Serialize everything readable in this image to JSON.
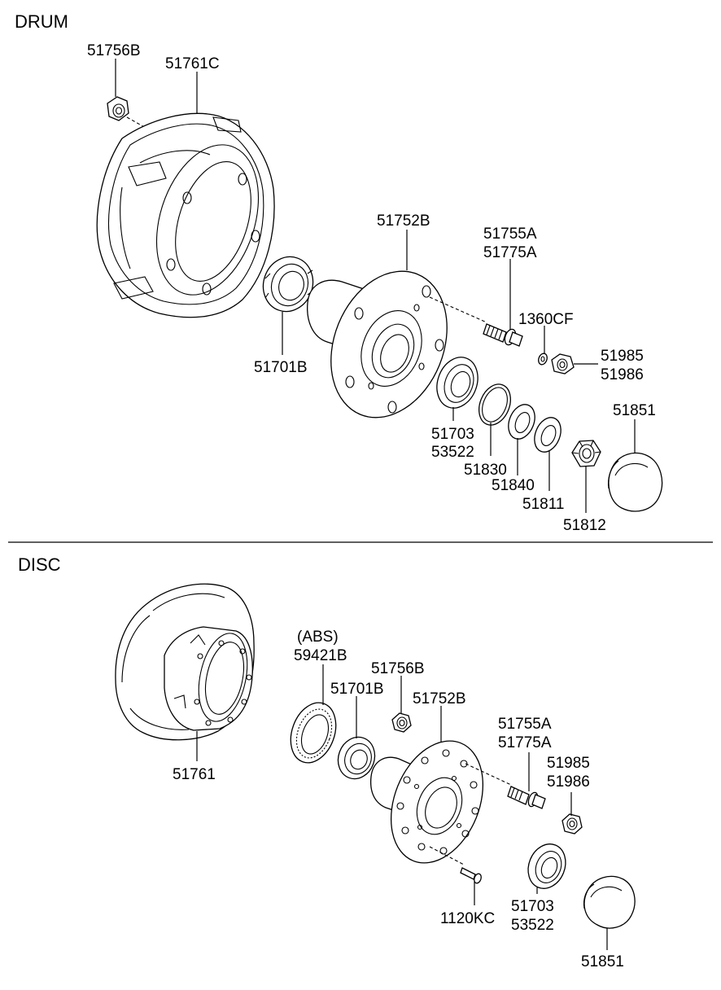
{
  "sections": {
    "drum": "DRUM",
    "disc": "DISC"
  },
  "drum": {
    "l_51756B": "51756B",
    "l_51761C": "51761C",
    "l_51752B": "51752B",
    "l_51755A": "51755A",
    "l_51775A": "51775A",
    "l_1360CF": "1360CF",
    "l_51985": "51985",
    "l_51986": "51986",
    "l_51701B": "51701B",
    "l_51851": "51851",
    "l_51703": "51703",
    "l_53522": "53522",
    "l_51830": "51830",
    "l_51840": "51840",
    "l_51811": "51811",
    "l_51812": "51812"
  },
  "disc": {
    "l_abs": "(ABS)",
    "l_59421B": "59421B",
    "l_51756B": "51756B",
    "l_51701B": "51701B",
    "l_51752B": "51752B",
    "l_51755A": "51755A",
    "l_51775A": "51775A",
    "l_51985": "51985",
    "l_51986": "51986",
    "l_51761": "51761",
    "l_1120KC": "1120KC",
    "l_51703": "51703",
    "l_53522": "53522",
    "l_51851": "51851"
  }
}
